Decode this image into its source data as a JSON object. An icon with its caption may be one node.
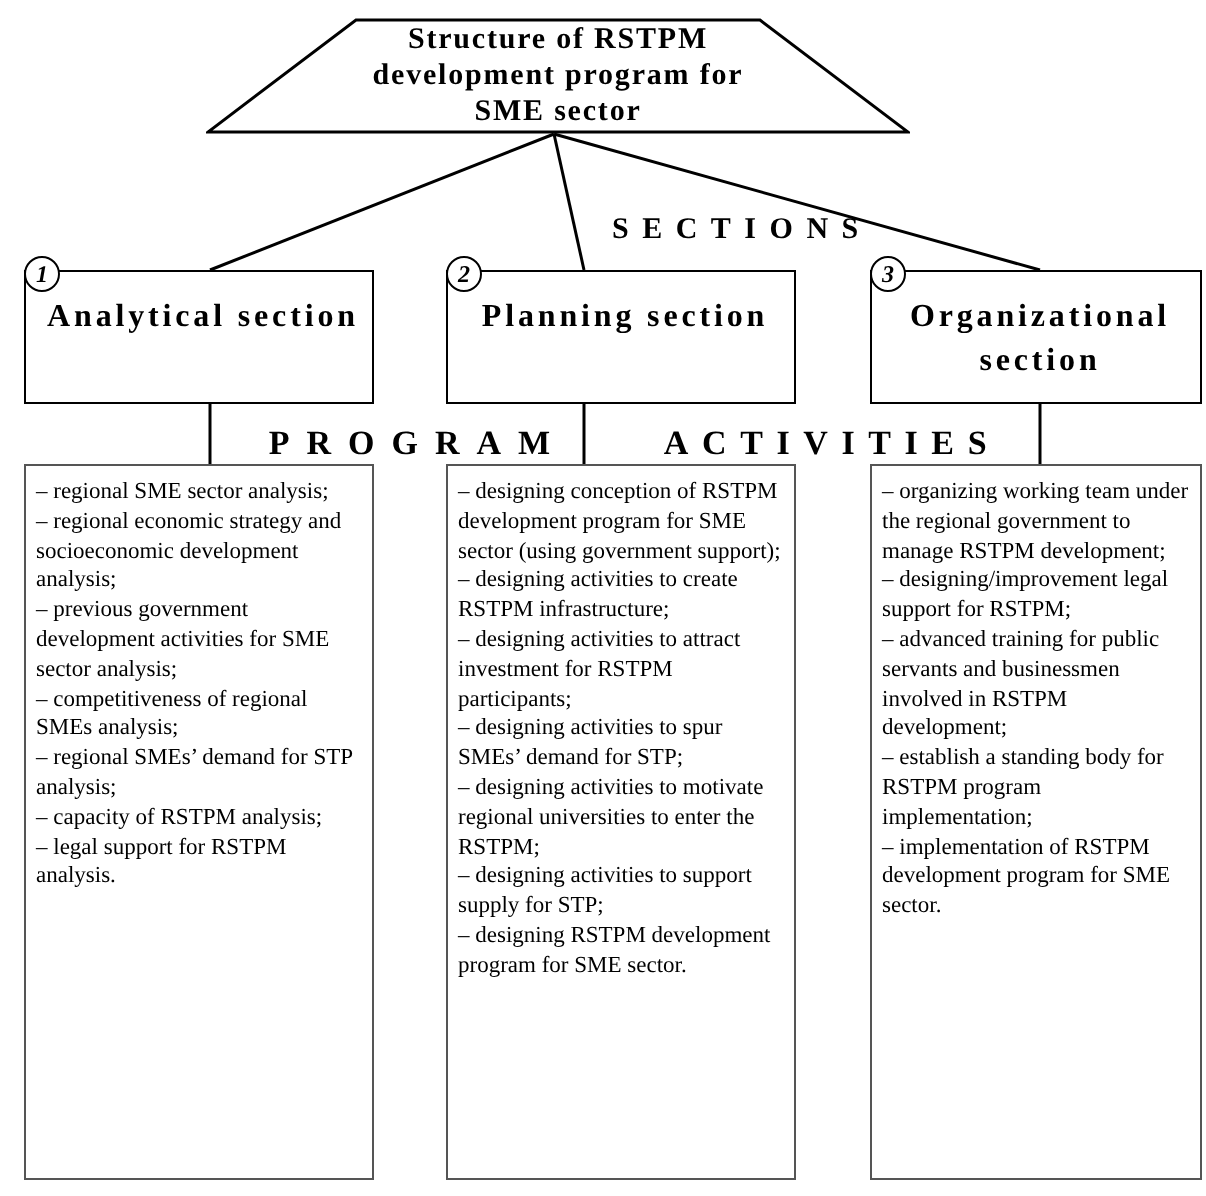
{
  "diagram": {
    "nodes": [
      {
        "text": [
          "Structure of RSTPM development program for SME sector"
        ]
      },
      {
        "text": [
          "1",
          "Analytical section"
        ]
      },
      {
        "text": [
          "2",
          "Planning section"
        ]
      },
      {
        "text": [
          "3",
          "Organizational section"
        ]
      },
      {
        "text": [
          "– regional SME sector analysis;",
          "– regional economic strategy and socioeconomic development analysis;",
          "– previous government development activities for SME sector analysis;",
          "– competitiveness of regional SMEs analysis;",
          "– regional SMEs’ demand for STP analysis;",
          "– capacity of RSTPM analysis;",
          "– legal support for RSTPM analysis."
        ]
      },
      {
        "text": [
          "– designing conception of RSTPM development program for SME sector (using government support);",
          "– designing activities to create RSTPM infrastructure;",
          "– designing activities to attract investment for RSTPM participants;",
          "– designing activities to spur SMEs’ demand for STP;",
          "– designing activities to motivate regional universities to enter the RSTPM;",
          "– designing activities to support supply for STP;",
          "– designing RSTPM development program for SME sector."
        ]
      },
      {
        "text": [
          "– organizing working team under the regional government to manage RSTPM development;",
          "– designing/improvement legal support for RSTPM;",
          "– advanced training for public servants and businessmen involved in RSTPM development;",
          "– establish a standing body for RSTPM program implementation;",
          "– implementation of RSTPM development program for SME sector."
        ]
      }
    ],
    "edges": [
      {
        "from": 0,
        "to": 1,
        "arrow": "none"
      },
      {
        "from": 0,
        "to": 2,
        "arrow": "none"
      },
      {
        "from": 0,
        "to": 3,
        "arrow": "none"
      },
      {
        "from": 1,
        "to": 4,
        "arrow": "none"
      },
      {
        "from": 2,
        "to": 5,
        "arrow": "none"
      },
      {
        "from": 3,
        "to": 6,
        "arrow": "none"
      }
    ],
    "labels": [
      "SECTIONS",
      "PROGRAM",
      "ACTIVITIES"
    ]
  }
}
